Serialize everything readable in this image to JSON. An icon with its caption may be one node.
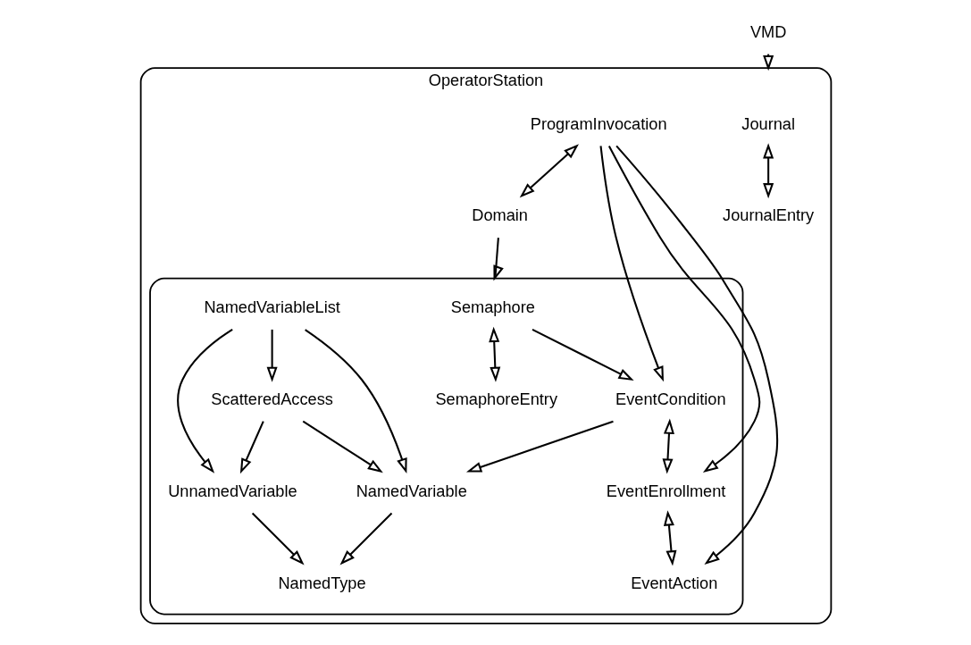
{
  "diagram": {
    "nodes": [
      {
        "text": [
          "VMD"
        ]
      },
      {
        "text": [
          "OperatorStation"
        ]
      },
      {
        "text": [
          "Journal"
        ],
        "in": 1
      },
      {
        "text": [
          "JournalEntry"
        ],
        "in": 1
      },
      {
        "text": [
          "ProgramInvocation"
        ],
        "in": 1
      },
      {
        "text": [
          "Domain"
        ],
        "in": 1
      },
      {
        "text": [],
        "shape": "box",
        "in": 1
      },
      {
        "text": [
          "Semaphore"
        ],
        "in": 6
      },
      {
        "text": [
          "SemaphoreEntry"
        ],
        "in": 6
      },
      {
        "text": [
          "NamedType"
        ],
        "in": 6
      },
      {
        "text": [
          "EventCondition"
        ],
        "in": 6
      },
      {
        "text": [
          "NamedVariable"
        ],
        "in": 6
      },
      {
        "text": [
          "UnnamedVariable"
        ],
        "in": 6
      },
      {
        "text": [
          "EventEnrollment"
        ],
        "in": 6
      },
      {
        "text": [
          "EventAction"
        ],
        "in": 6
      },
      {
        "text": [
          "NamedVariableList"
        ],
        "in": 6
      },
      {
        "text": [
          "ScatteredAccess"
        ],
        "in": 6
      }
    ],
    "edges": [
      {
        "from": 0,
        "to": 1,
        "arrow": "to"
      },
      {
        "from": 2,
        "to": 3,
        "arrow": "both"
      },
      {
        "from": 7,
        "to": 8,
        "arrow": "both"
      },
      {
        "from": 7,
        "to": 10,
        "arrow": "to"
      },
      {
        "from": 10,
        "to": 11,
        "arrow": "to"
      },
      {
        "from": 11,
        "to": 9,
        "arrow": "to"
      },
      {
        "from": 12,
        "to": 9,
        "arrow": "to"
      },
      {
        "from": 10,
        "to": 13,
        "arrow": "both"
      },
      {
        "from": 13,
        "to": 14,
        "arrow": "both"
      },
      {
        "from": 4,
        "to": 10,
        "arrow": "to"
      },
      {
        "from": 4,
        "to": 13,
        "arrow": "to"
      },
      {
        "from": 4,
        "to": 14,
        "arrow": "to"
      },
      {
        "from": 4,
        "to": 5,
        "arrow": "both"
      },
      {
        "from": 5,
        "to": 6,
        "arrow": "to"
      },
      {
        "from": 15,
        "to": 11,
        "arrow": "to"
      },
      {
        "from": 15,
        "to": 12,
        "arrow": "to"
      },
      {
        "from": 15,
        "to": 16,
        "arrow": "to"
      },
      {
        "from": 16,
        "to": 11,
        "arrow": "to"
      },
      {
        "from": 16,
        "to": 12,
        "arrow": "to"
      }
    ]
  }
}
